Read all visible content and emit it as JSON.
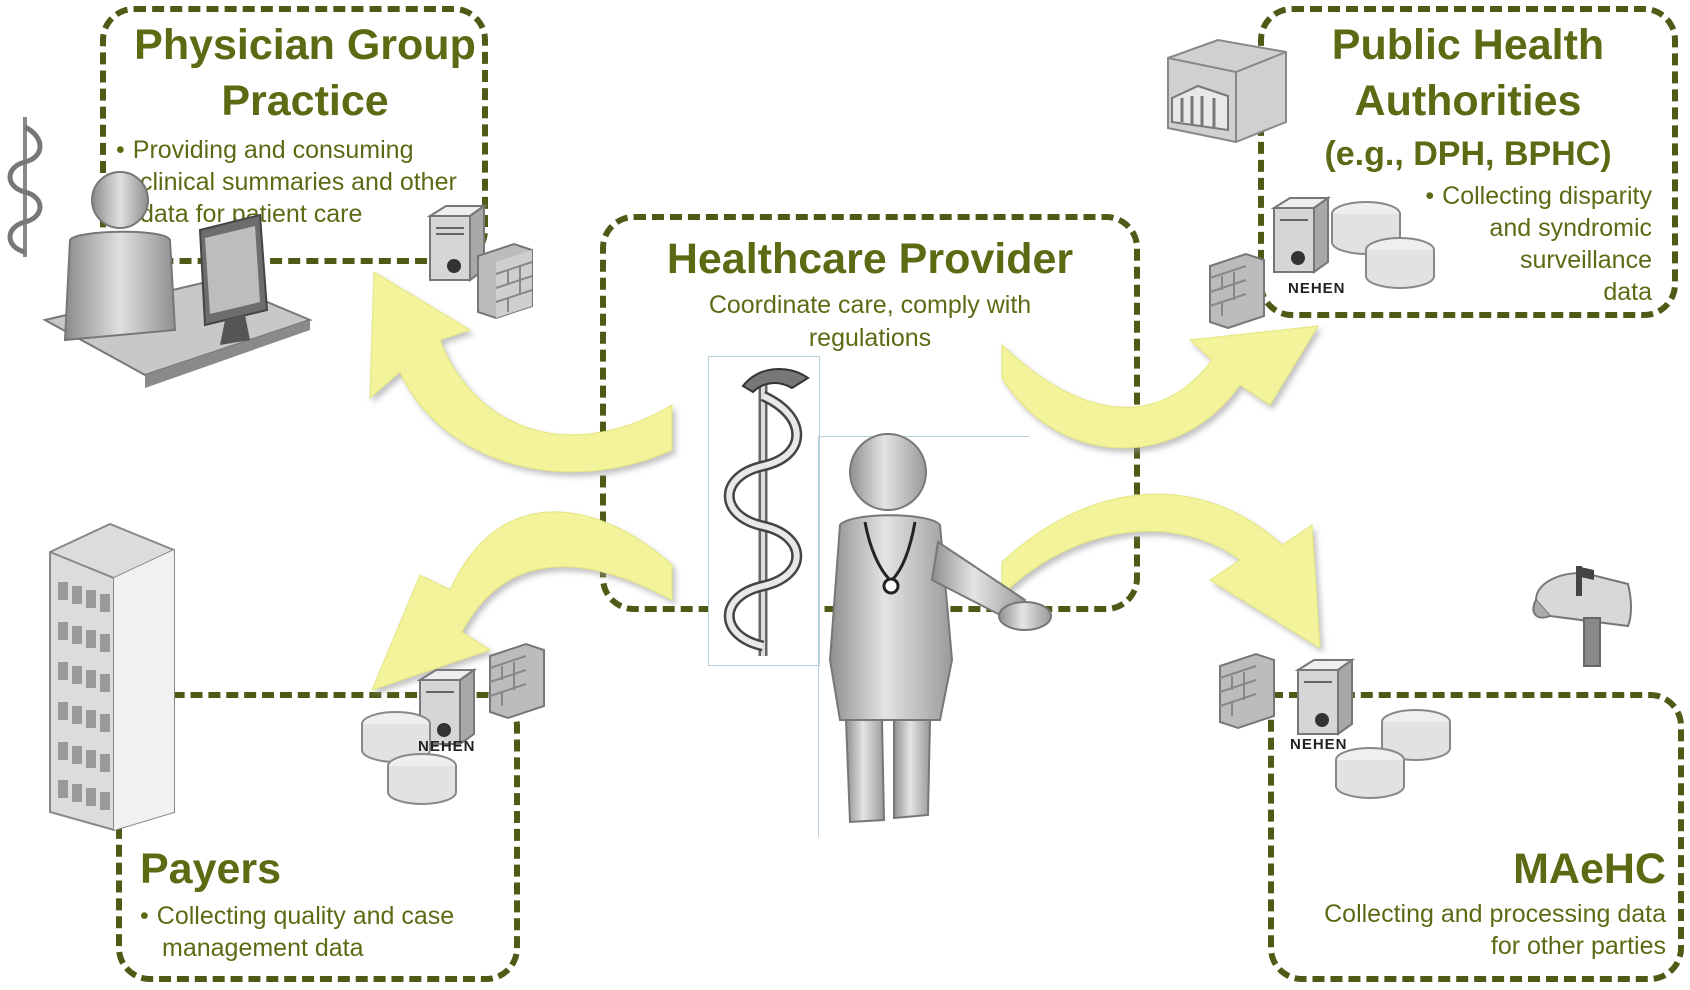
{
  "center": {
    "title": "Healthcare Provider",
    "subtitle_line1": "Coordinate care, comply with",
    "subtitle_line2": "regulations"
  },
  "physician_group": {
    "title_line1": "Physician Group",
    "title_line2": "Practice",
    "bullet_line1": "Providing and consuming",
    "bullet_line2": "clinical summaries and other",
    "bullet_line3": "data for patient care"
  },
  "public_health": {
    "title_line1": "Public Health",
    "title_line2": "Authorities",
    "title_line3": "(e.g., DPH, BPHC)",
    "bullet_line1": "Collecting disparity",
    "bullet_line2": "and syndromic",
    "bullet_line3": "surveillance",
    "bullet_line4": "data"
  },
  "payers": {
    "title": "Payers",
    "bullet_line1": "Collecting quality and case",
    "bullet_line2": "management data"
  },
  "maehc": {
    "title": "MAeHC",
    "desc_line1": "Collecting and processing data",
    "desc_line2": "for other  parties"
  },
  "node_label": "NEHEN",
  "icons": {
    "physician": "physician-at-computer-icon",
    "caduceus": "caduceus-icon",
    "public_health_building": "government-building-icon",
    "payer_building": "office-tower-icon",
    "doctor": "doctor-figure-icon",
    "mailbox": "mailbox-icon",
    "server": "server-icon",
    "firewall": "firewall-icon",
    "database": "database-icon"
  },
  "colors": {
    "text": "#5a6b14",
    "dash_border": "#4f5a17",
    "arrow": "#f2f39a"
  }
}
